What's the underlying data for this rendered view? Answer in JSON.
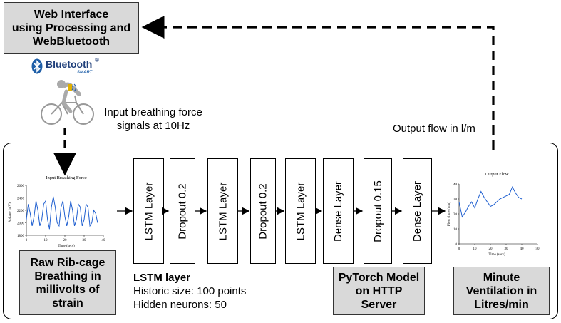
{
  "web_interface_box": {
    "line1": "Web Interface",
    "line2": "using Processing and",
    "line3": "WebBluetooth"
  },
  "bluetooth_logo": {
    "brand": "Bluetooth",
    "reg": "®",
    "sub": "SMART",
    "icon": "bluetooth-icon"
  },
  "cyclist": {
    "icon": "cyclist-icon"
  },
  "input_caption": {
    "line1": "Input breathing  force",
    "line2": "signals at 10Hz"
  },
  "output_caption": "Output flow  in l/m",
  "input_chart": {
    "chart_data": {
      "type": "line",
      "title": "Input Breathing Force",
      "xlabel": "Time (secs)",
      "ylabel": "Voltage (mV)",
      "xlim": [
        0,
        40
      ],
      "ylim": [
        1800,
        2600
      ],
      "x_ticks": [
        "0",
        "10",
        "20",
        "30",
        "40"
      ],
      "y_ticks": [
        "1800",
        "2000",
        "2200",
        "2400",
        "2600"
      ],
      "x": [
        0,
        1,
        2,
        3,
        4,
        5,
        6,
        7,
        8,
        9,
        10,
        11,
        12,
        13,
        14,
        15,
        16,
        17,
        18,
        19,
        20,
        21,
        22,
        23,
        24,
        25,
        26,
        27,
        28,
        29,
        30,
        31,
        32,
        33,
        34,
        35,
        36,
        37
      ],
      "values": [
        2050,
        2300,
        2150,
        1950,
        2100,
        2350,
        2200,
        1950,
        2050,
        2300,
        2350,
        2050,
        1900,
        2250,
        2420,
        2250,
        2000,
        1950,
        2250,
        2350,
        2100,
        1950,
        2100,
        2350,
        2200,
        1950,
        2050,
        2300,
        2250,
        1950,
        2050,
        2300,
        2250,
        1950,
        2000,
        2200,
        2150,
        2000
      ]
    }
  },
  "layers": [
    "LSTM Layer",
    "Dropout 0.2",
    "LSTM Layer",
    "Dropout 0.2",
    "LSTM Layer",
    "Dense Layer",
    "Dropout 0.15",
    "Dense Layer"
  ],
  "output_chart": {
    "chart_data": {
      "type": "line",
      "title": "Output Flow",
      "xlabel": "Time (secs)",
      "ylabel": "Flow (litres/min)",
      "xlim": [
        0,
        50
      ],
      "ylim": [
        0,
        40
      ],
      "x_ticks": [
        "0",
        "10",
        "20",
        "30",
        "40",
        "50"
      ],
      "y_ticks": [
        "0",
        "10",
        "20",
        "30",
        "40"
      ],
      "x": [
        0,
        2,
        4,
        6,
        8,
        10,
        12,
        14,
        16,
        18,
        20,
        22,
        24,
        26,
        28,
        30,
        32,
        34,
        36,
        38,
        40
      ],
      "values": [
        28,
        18,
        21,
        25,
        28,
        24,
        30,
        35,
        31,
        28,
        25,
        26,
        28,
        30,
        31,
        32,
        33,
        38,
        34,
        31,
        30
      ]
    }
  },
  "raw_box": {
    "line1": "Raw Rib-cage",
    "line2": "Breathing in",
    "line3": "millivolts of",
    "line4": "strain"
  },
  "lstm_info": {
    "title": "LSTM layer",
    "line1": "Historic size: 100 points",
    "line2": "Hidden neurons: 50"
  },
  "pytorch_box": {
    "line1": "PyTorch Model",
    "line2": "on HTTP",
    "line3": "Server"
  },
  "ventilation_box": {
    "line1": "Minute",
    "line2": "Ventilation in",
    "line3": "Litres/min"
  }
}
